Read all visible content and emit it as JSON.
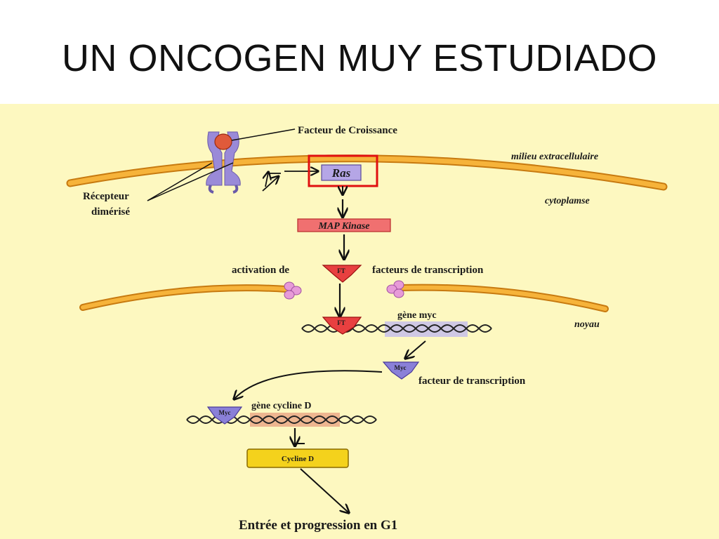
{
  "slide": {
    "title": "UN ONCOGEN MUY ESTUDIADO"
  },
  "diagram": {
    "labels": {
      "growth_factor": "Facteur de Croissance",
      "extracellular": "milieu extracellulaire",
      "receptor_line1": "Récepteur",
      "receptor_line2": "dimérisé",
      "cytoplasm": "cytoplamse",
      "ras": "Ras",
      "map_kinase": "MAP Kinase",
      "activation_de": "activation de",
      "ft": "FT",
      "transcription_factors": "facteurs de transcription",
      "myc_gene": "gène myc",
      "nucleus": "noyau",
      "myc": "Myc",
      "transcription_factor": "facteur de transcription",
      "cyclin_d_gene": "gène cycline D",
      "cyclin_d": "Cycline D",
      "g1_entry": "Entrée et progression en G1"
    },
    "colors": {
      "background": "#fdf8c0",
      "membrane": "#f0a020",
      "receptor": "#9a8ad8",
      "ras_box": "#b5a6e6",
      "highlight": "#e01010",
      "kinase": "#f07070",
      "cyclin_box": "#f4d21c"
    }
  }
}
